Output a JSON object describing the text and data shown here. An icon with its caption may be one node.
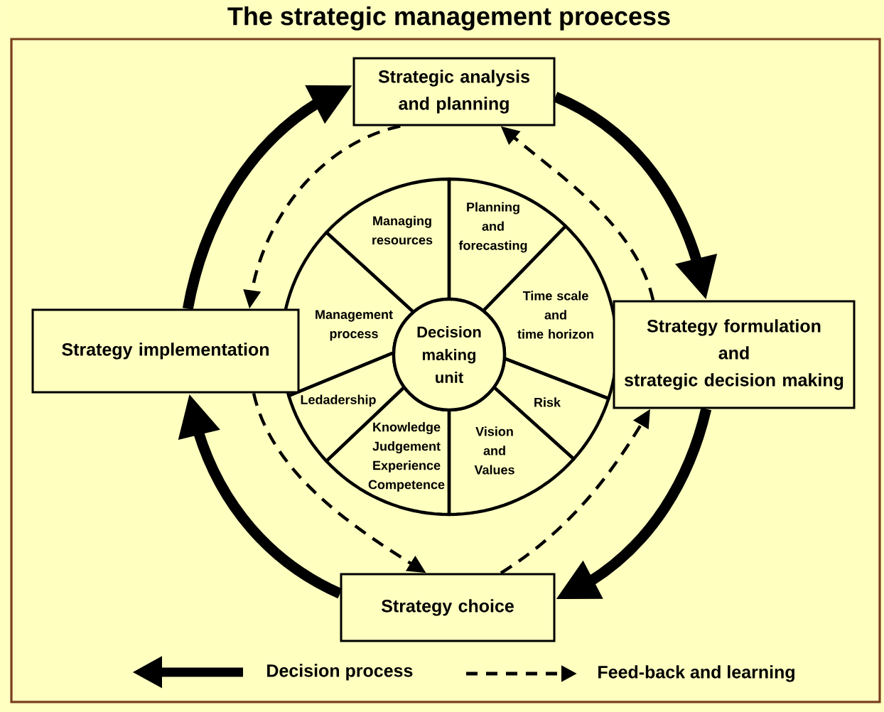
{
  "diagram": {
    "title": "The strategic management proecess",
    "nodes": [
      {
        "text": [
          "Strategic analysis and planning"
        ]
      },
      {
        "text": [
          "Strategy formulation and strategic decision making"
        ]
      },
      {
        "text": [
          "Strategy choice"
        ]
      },
      {
        "text": [
          "Strategy implementation"
        ]
      },
      {
        "text": [
          "Decision making unit"
        ]
      },
      {
        "text": [
          "Managing resources"
        ]
      },
      {
        "text": [
          "Planning and forecasting"
        ]
      },
      {
        "text": [
          "Time scale and time horizon"
        ]
      },
      {
        "text": [
          "Risk"
        ]
      },
      {
        "text": [
          "Vision and Values"
        ]
      },
      {
        "text": [
          "Knowledge Judgement Experience Competence"
        ]
      },
      {
        "text": [
          "Ledadership"
        ]
      },
      {
        "text": [
          "Management process"
        ]
      }
    ],
    "edges": [
      {
        "from": 3,
        "to": 0,
        "arrow": "to",
        "style": "thick"
      },
      {
        "from": 0,
        "to": 1,
        "arrow": "to",
        "style": "thick"
      },
      {
        "from": 1,
        "to": 2,
        "arrow": "to",
        "style": "thick"
      },
      {
        "from": 2,
        "to": 3,
        "arrow": "to",
        "style": "thick"
      },
      {
        "from": 1,
        "to": 0,
        "arrow": "to",
        "style": "dashed"
      },
      {
        "from": 0,
        "to": 3,
        "arrow": "to",
        "style": "dashed"
      },
      {
        "from": 3,
        "to": 2,
        "arrow": "to",
        "style": "dashed"
      },
      {
        "from": 2,
        "to": 1,
        "arrow": "to",
        "style": "dashed"
      }
    ],
    "legend": [
      {
        "text": "Decision process"
      },
      {
        "text": "Feed-back and learning"
      }
    ]
  }
}
